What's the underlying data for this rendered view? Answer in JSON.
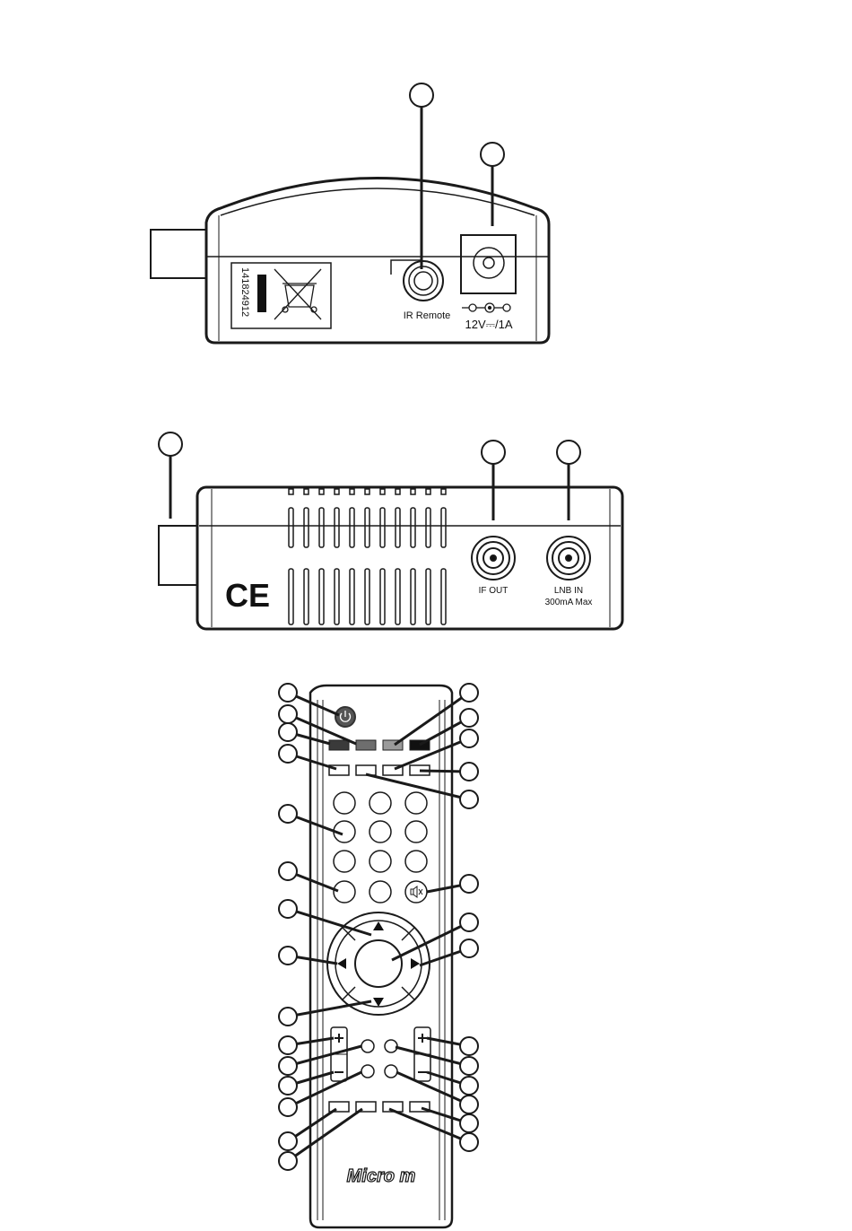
{
  "top_view": {
    "serial_number": "141824912",
    "ir_remote_label": "IR Remote",
    "power_label": "12V⎓/1A"
  },
  "side_view": {
    "ce_mark": "CE",
    "if_out_label": "IF OUT",
    "lnb_in_label": "LNB IN",
    "lnb_in_sub_label": "300mA Max"
  },
  "remote": {
    "brand_logo": "Micro m",
    "icons": {
      "power": "power-icon",
      "mute": "mute-icon",
      "up": "triangle-up-icon",
      "down": "triangle-down-icon",
      "left": "triangle-left-icon",
      "right": "triangle-right-icon",
      "plus": "plus-icon",
      "minus": "minus-icon"
    }
  },
  "colors": {
    "line": "#1a1a1a",
    "callout_fill": "#ffffff",
    "power_button": "#555555",
    "color_key_1": "#3a3a3a",
    "color_key_2": "#6e6e6e",
    "color_key_3": "#9a9a9a",
    "color_key_4": "#111111"
  }
}
